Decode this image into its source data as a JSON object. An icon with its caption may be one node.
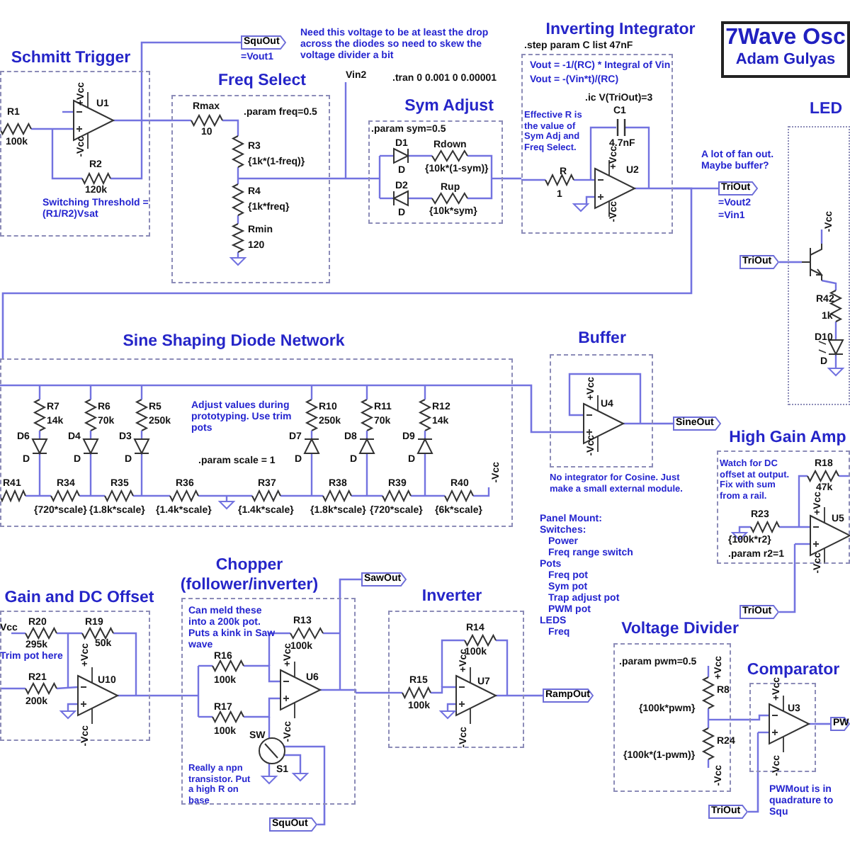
{
  "diagram": {
    "nodes": [
      {
        "text": [
          "Schmitt Trigger"
        ]
      },
      {
        "text": [
          "Freq Select"
        ]
      },
      {
        "text": [
          "Sym Adjust"
        ]
      },
      {
        "text": [
          "Inverting Integrator"
        ]
      },
      {
        "text": [
          "7Wave Osc",
          "Adam Gulyas"
        ]
      },
      {
        "text": [
          "LED"
        ]
      },
      {
        "text": [
          "Sine Shaping Diode Network"
        ]
      },
      {
        "text": [
          "Buffer"
        ]
      },
      {
        "text": [
          "High Gain Amp"
        ]
      },
      {
        "text": [
          "Gain and DC Offset"
        ]
      },
      {
        "text": [
          "Chopper (follower/inverter)"
        ]
      },
      {
        "text": [
          "Inverter"
        ]
      },
      {
        "text": [
          "Voltage Divider"
        ]
      },
      {
        "text": [
          "Comparator"
        ]
      },
      {
        "text": [
          "SquOut"
        ],
        "beside": [
          "=Vout1"
        ]
      },
      {
        "text": [
          "TriOut"
        ],
        "beside": [
          "=Vout2",
          "=Vin1"
        ]
      },
      {
        "text": [
          "TriOut"
        ]
      },
      {
        "text": [
          "SineOut"
        ]
      },
      {
        "text": [
          "SawOut"
        ]
      },
      {
        "text": [
          "RampOut"
        ]
      },
      {
        "text": [
          "SquOut"
        ]
      },
      {
        "text": [
          "TriOut"
        ]
      },
      {
        "text": [
          "TriOut"
        ]
      },
      {
        "text": [
          "PW"
        ]
      },
      {
        "text": [],
        "shape": "transistor",
        "in": 5
      }
    ],
    "edges": [
      {
        "from": 0,
        "to": 14,
        "arrow": "none"
      },
      {
        "from": 0,
        "to": 1,
        "arrow": "none"
      },
      {
        "from": 1,
        "to": 2,
        "arrow": "none"
      },
      {
        "from": 2,
        "to": 3,
        "arrow": "none"
      },
      {
        "from": 3,
        "to": 15,
        "arrow": "none"
      },
      {
        "from": 3,
        "to": 6,
        "arrow": "none"
      },
      {
        "from": 6,
        "to": 7,
        "arrow": "none"
      },
      {
        "from": 7,
        "to": 17,
        "arrow": "none"
      },
      {
        "from": 21,
        "to": 8,
        "arrow": "none"
      },
      {
        "from": 9,
        "to": 10,
        "arrow": "none"
      },
      {
        "from": 10,
        "to": 18,
        "arrow": "none"
      },
      {
        "from": 20,
        "to": 10,
        "arrow": "none"
      },
      {
        "from": 10,
        "to": 11,
        "arrow": "none"
      },
      {
        "from": 11,
        "to": 19,
        "arrow": "none"
      },
      {
        "from": 12,
        "to": 13,
        "arrow": "none"
      },
      {
        "from": 22,
        "to": 13,
        "arrow": "none"
      },
      {
        "from": 13,
        "to": 23,
        "arrow": "none"
      },
      {
        "from": 16,
        "to": 24,
        "arrow": "none"
      }
    ],
    "labels": [
      "Need this voltage to be at least the drop across the diodes so need to skew the voltage divider a bit",
      ".tran 0 0.001 0 0.00001",
      "R1",
      "100k",
      "+Vcc",
      "U1",
      "-Vcc",
      "R2",
      "120k",
      "Switching Threshold = (R1/R2)Vsat",
      "Rmax",
      "10",
      ".param freq=0.5",
      "R3",
      "{1k*(1-freq)}",
      "R4",
      "{1k*freq}",
      "Rmin",
      "120",
      "Vin2",
      ".param sym=0.5",
      "D1",
      "D",
      "Rdown",
      "{10k*(1-sym)}",
      "D2",
      "D",
      "Rup",
      "{10k*sym}",
      ".step param C list 47nF",
      "Vout = -1/(RC) * Integral of Vin",
      "Vout = -(Vin*t)/(RC)",
      ".ic V(TriOut)=3",
      "C1",
      "4.7nF",
      "Effective R is the value of Sym Adj and Freq Select.",
      "R",
      "1",
      "+Vcc",
      "U2",
      "-Vcc",
      "A lot of fan out. Maybe buffer?",
      "-Vcc",
      "R42",
      "1k",
      "D10",
      "D",
      "R7",
      "14k",
      "D6",
      "D",
      "R6",
      "70k",
      "D4",
      "D",
      "R5",
      "250k",
      "D3",
      "D",
      "Adjust values during prototyping. Use trim pots",
      ".param scale = 1",
      "R10",
      "250k",
      "D7",
      "D",
      "R11",
      "70k",
      "D8",
      "D",
      "R12",
      "14k",
      "D9",
      "D",
      "R41",
      "R34",
      "{720*scale}",
      "R35",
      "{1.8k*scale}",
      "R36",
      "{1.4k*scale}",
      "R37",
      "{1.4k*scale}",
      "R38",
      "{1.8k*scale}",
      "R39",
      "{720*scale}",
      "R40",
      "{6k*scale}",
      "-Vcc",
      "+Vcc",
      "U4",
      "-Vcc",
      "No integrator for Cosine. Just make a small external module.",
      "Panel Mount:",
      "Switches:",
      "Power",
      "Freq range switch",
      "Pots",
      "Freq pot",
      "Sym pot",
      "Trap adjust pot",
      "PWM pot",
      "LEDS",
      "Freq",
      "Watch for DC offset at output. Fix with sum from a rail.",
      "R18",
      "47k",
      "R23",
      "{100k*r2}",
      ".param r2=1",
      "+Vcc",
      "U5",
      "-Vcc",
      "Vcc",
      "R20",
      "295k",
      "Trim pot here",
      "R19",
      "50k",
      "R21",
      "200k",
      "+Vcc",
      "U10",
      "-Vcc",
      "Can meld these into a 200k pot. Puts a kink in Saw wave",
      "R13",
      "100k",
      "R16",
      "100k",
      "R17",
      "100k",
      "+Vcc",
      "U6",
      "-Vcc",
      "SW",
      "S1",
      "Really a npn transistor. Put a high R on base",
      "R14",
      "100k",
      "R15",
      "100k",
      "+Vcc",
      "U7",
      "-Vcc",
      ".param pwm=0.5",
      "+Vcc",
      "R8",
      "{100k*pwm}",
      "R24",
      "{100k*(1-pwm)}",
      "-Vcc",
      "+Vcc",
      "U3",
      "-Vcc",
      "PWMout is in quadrature to Squ"
    ]
  }
}
